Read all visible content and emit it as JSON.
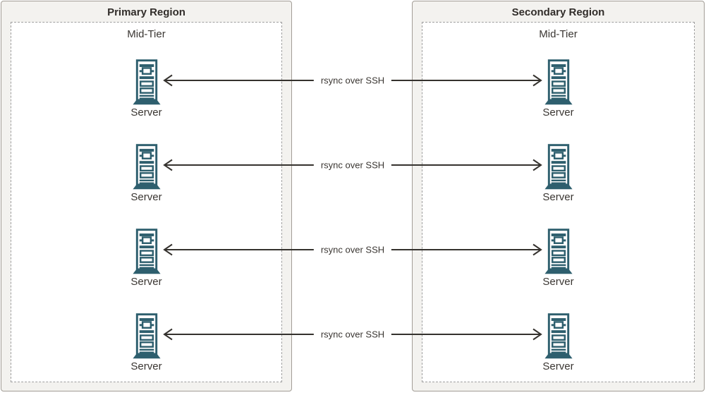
{
  "diagram": {
    "regions": [
      {
        "title": "Primary Region",
        "tier_label": "Mid-Tier",
        "servers": [
          "Server",
          "Server",
          "Server",
          "Server"
        ]
      },
      {
        "title": "Secondary Region",
        "tier_label": "Mid-Tier",
        "servers": [
          "Server",
          "Server",
          "Server",
          "Server"
        ]
      }
    ],
    "connections": [
      {
        "label": "rsync over SSH"
      },
      {
        "label": "rsync over SSH"
      },
      {
        "label": "rsync over SSH"
      },
      {
        "label": "rsync over SSH"
      }
    ],
    "icons": {
      "server": "server-tower-icon"
    },
    "colors": {
      "server_icon": "#2e5f6e",
      "region_background": "#f3f2ef",
      "region_border": "#a29d96",
      "dashed_border": "#9e9e9e",
      "arrow_line": "#35322e",
      "text": "#3a3632"
    }
  }
}
